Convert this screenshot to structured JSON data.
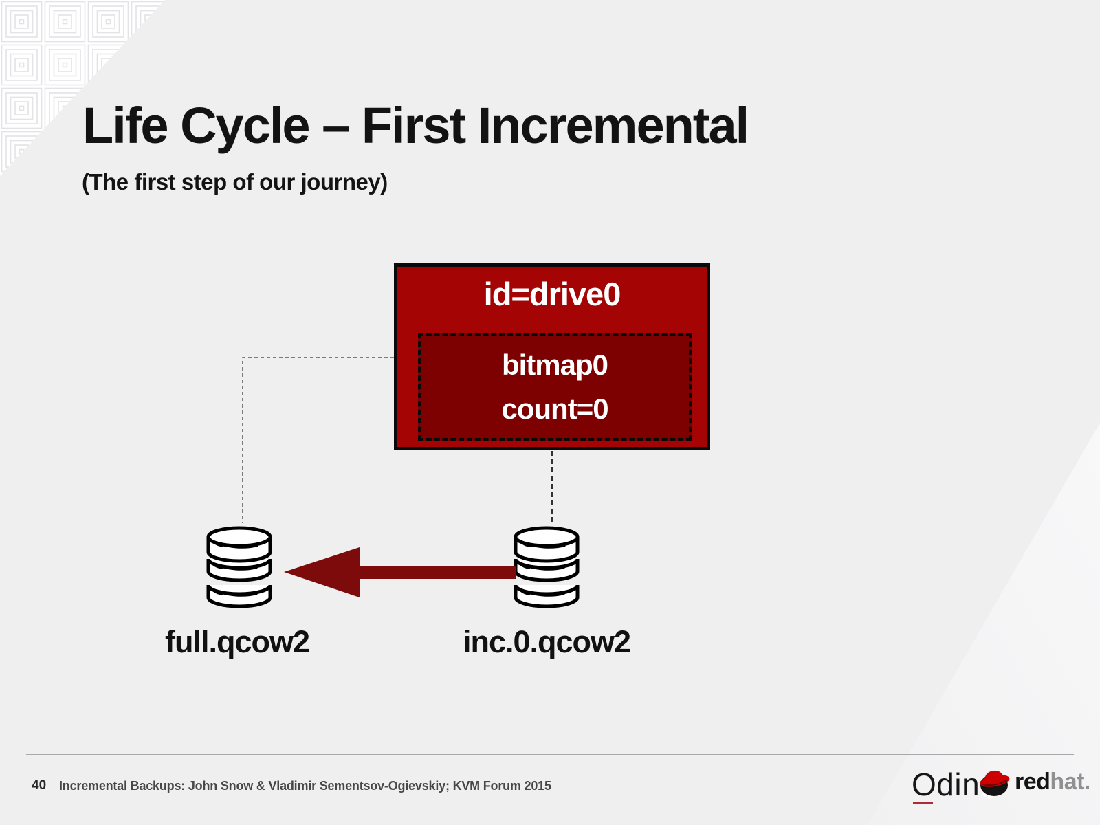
{
  "slide": {
    "title": "Life Cycle – First Incremental",
    "subtitle": "(The first step of our journey)"
  },
  "diagram": {
    "drive_box": {
      "id_label": "id=drive0",
      "bitmap": {
        "name": "bitmap0",
        "count": "count=0"
      }
    },
    "disks": [
      {
        "label": "full.qcow2",
        "icon": "database-cylinder-icon"
      },
      {
        "label": "inc.0.qcow2",
        "icon": "database-cylinder-icon"
      }
    ],
    "arrow": {
      "direction": "left",
      "from": "inc.0.qcow2",
      "to": "full.qcow2"
    }
  },
  "footer": {
    "page_number": "40",
    "text": "Incremental Backups: John Snow & Vladimir Sementsov-Ogievskiy; KVM Forum 2015"
  },
  "logos": {
    "odin": {
      "text": "Odin"
    },
    "redhat": {
      "icon": "redhat-fedora-icon",
      "bold": "red",
      "light": "hat."
    }
  },
  "colors": {
    "slide_bg": "#efeff0",
    "drive_box_bg": "#a40404",
    "bitmap_box_bg": "#7e0101",
    "box_border": "#0a0a0a",
    "arrow_red": "#7e0b0b",
    "connector_gray": "#555555",
    "odin_underline": "#b02a37",
    "redhat_red": "#cc0000"
  }
}
